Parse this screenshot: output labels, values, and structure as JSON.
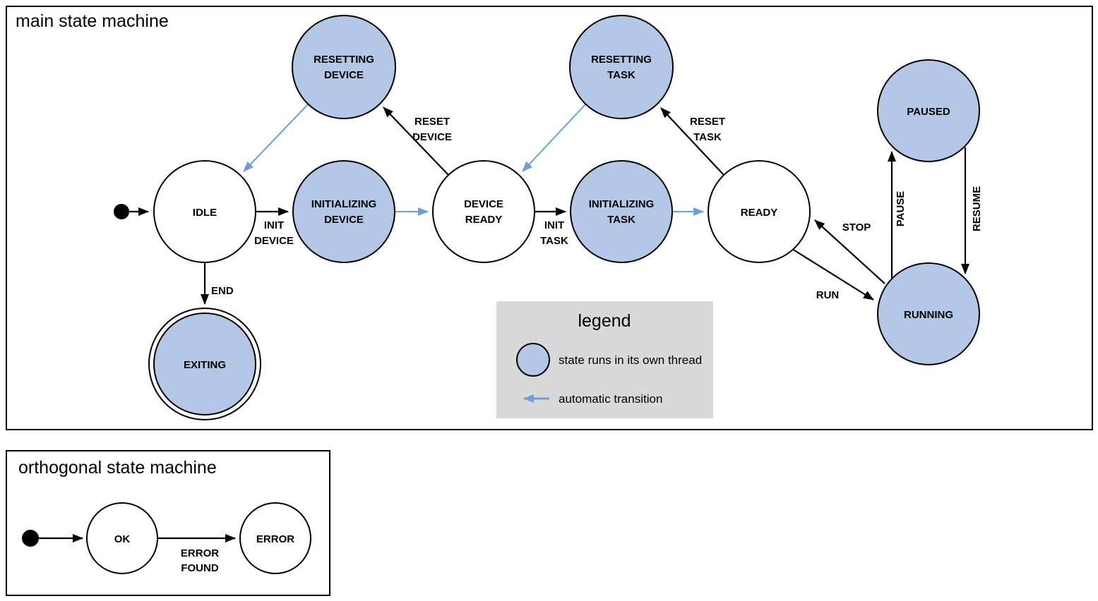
{
  "colors": {
    "state_fill": "#b4c7e7",
    "state_stroke": "#000000",
    "automatic_transition": "#6c9ed8",
    "legend_background": "#d9d9d9"
  },
  "main": {
    "title": "main state machine",
    "states": {
      "idle": {
        "label": [
          "IDLE"
        ],
        "own_thread": false
      },
      "resetting_device": {
        "label": [
          "RESETTING",
          "DEVICE"
        ],
        "own_thread": true
      },
      "initializing_device": {
        "label": [
          "INITIALIZING",
          "DEVICE"
        ],
        "own_thread": true
      },
      "device_ready": {
        "label": [
          "DEVICE",
          "READY"
        ],
        "own_thread": false
      },
      "resetting_task": {
        "label": [
          "RESETTING",
          "TASK"
        ],
        "own_thread": true
      },
      "initializing_task": {
        "label": [
          "INITIALIZING",
          "TASK"
        ],
        "own_thread": true
      },
      "ready": {
        "label": [
          "READY"
        ],
        "own_thread": false
      },
      "paused": {
        "label": [
          "PAUSED"
        ],
        "own_thread": true
      },
      "running": {
        "label": [
          "RUNNING"
        ],
        "own_thread": true
      },
      "exiting": {
        "label": [
          "EXITING"
        ],
        "own_thread": true,
        "final": true
      }
    },
    "transitions": {
      "start": {
        "from": "initial",
        "to": "idle",
        "label": [],
        "automatic": false
      },
      "init_device": {
        "from": "idle",
        "to": "initializing_device",
        "label": [
          "INIT",
          "DEVICE"
        ],
        "automatic": false
      },
      "initializing_device_done": {
        "from": "initializing_device",
        "to": "device_ready",
        "label": [],
        "automatic": true
      },
      "reset_device": {
        "from": "device_ready",
        "to": "resetting_device",
        "label": [
          "RESET",
          "DEVICE"
        ],
        "automatic": false
      },
      "resetting_device_done": {
        "from": "resetting_device",
        "to": "idle",
        "label": [],
        "automatic": true
      },
      "init_task": {
        "from": "device_ready",
        "to": "initializing_task",
        "label": [
          "INIT",
          "TASK"
        ],
        "automatic": false
      },
      "initializing_task_done": {
        "from": "initializing_task",
        "to": "ready",
        "label": [],
        "automatic": true
      },
      "reset_task": {
        "from": "ready",
        "to": "resetting_task",
        "label": [
          "RESET",
          "TASK"
        ],
        "automatic": false
      },
      "resetting_task_done": {
        "from": "resetting_task",
        "to": "device_ready",
        "label": [],
        "automatic": true
      },
      "run": {
        "from": "ready",
        "to": "running",
        "label": [
          "RUN"
        ],
        "automatic": false
      },
      "stop": {
        "from": "running",
        "to": "ready",
        "label": [
          "STOP"
        ],
        "automatic": false
      },
      "pause": {
        "from": "running",
        "to": "paused",
        "label": [
          "PAUSE"
        ],
        "automatic": false
      },
      "resume": {
        "from": "paused",
        "to": "running",
        "label": [
          "RESUME"
        ],
        "automatic": false
      },
      "end": {
        "from": "idle",
        "to": "exiting",
        "label": [
          "END"
        ],
        "automatic": false
      }
    }
  },
  "legend": {
    "title": "legend",
    "items": [
      {
        "symbol": "threaded-state-circle",
        "label": "state runs in its own thread"
      },
      {
        "symbol": "automatic-transition-arrow",
        "label": "automatic transition"
      }
    ]
  },
  "orthogonal": {
    "title": "orthogonal state machine",
    "states": {
      "ok": {
        "label": [
          "OK"
        ],
        "own_thread": false
      },
      "error": {
        "label": [
          "ERROR"
        ],
        "own_thread": false
      }
    },
    "transitions": {
      "start": {
        "from": "initial",
        "to": "ok",
        "label": [],
        "automatic": false
      },
      "error_found": {
        "from": "ok",
        "to": "error",
        "label": [
          "ERROR",
          "FOUND"
        ],
        "automatic": false
      }
    }
  }
}
